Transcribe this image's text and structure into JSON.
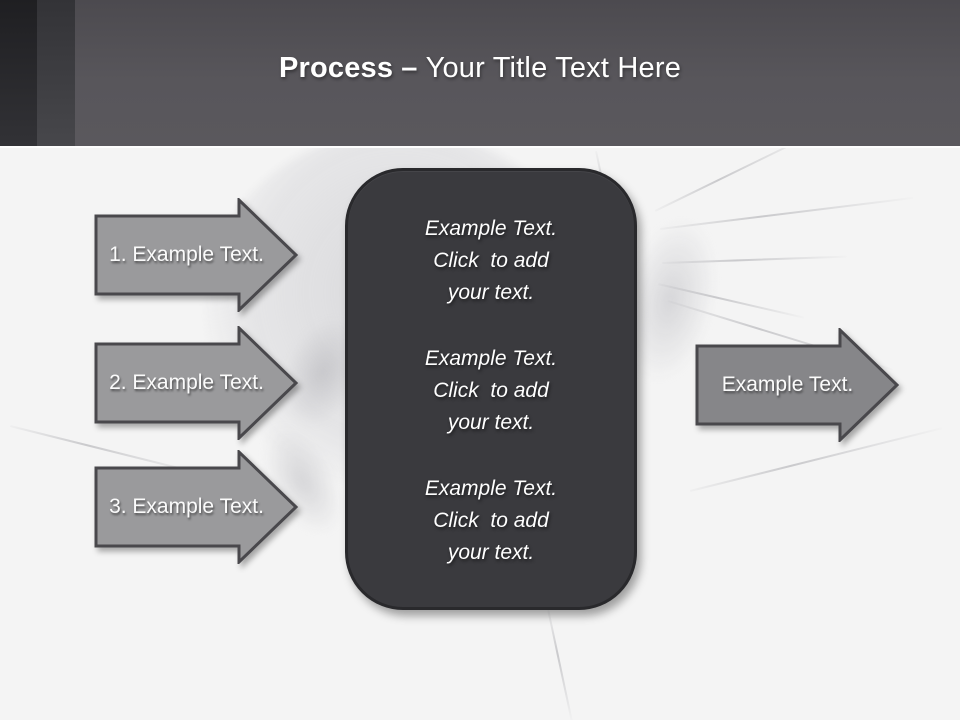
{
  "header": {
    "title_bold": "Process",
    "title_dash": "–",
    "title_rest": "Your Title Text Here"
  },
  "left_arrows": [
    {
      "label": "1. Example Text."
    },
    {
      "label": "2. Example Text."
    },
    {
      "label": "3. Example Text."
    }
  ],
  "right_arrow": {
    "label": "Example Text."
  },
  "center_box": {
    "blocks": [
      {
        "text": "Example Text.\nClick  to add\nyour text."
      },
      {
        "text": "Example Text.\nClick  to add\nyour text."
      },
      {
        "text": "Example Text.\nClick  to add\nyour text."
      }
    ]
  },
  "colors": {
    "header_bg": "#55535a",
    "body_bg": "#f4f4f4",
    "left_arrow_fill": "#9a9a9c",
    "right_arrow_fill": "#868689",
    "arrow_border": "#49484c",
    "center_box_fill": "#3a3a3e",
    "center_box_border": "#29292c",
    "text_light": "#fdfdfd"
  }
}
